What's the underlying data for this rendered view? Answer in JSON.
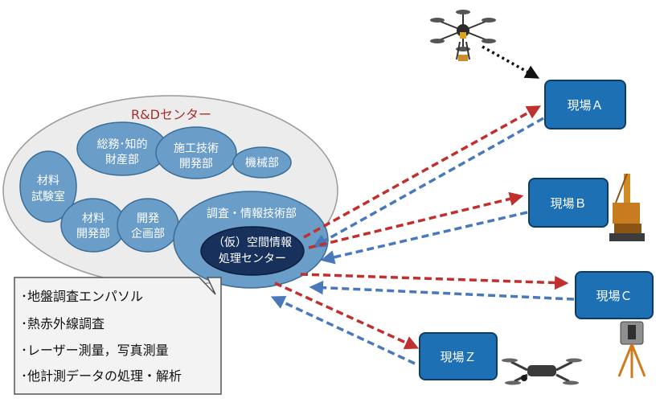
{
  "rd_center": {
    "title": "R&Dセンター"
  },
  "departments": {
    "soumu": [
      "総務･知的",
      "財産部"
    ],
    "sekou": [
      "施工技術",
      "開発部"
    ],
    "kikai": [
      "機械部"
    ],
    "zairyo_shiken": [
      "材料",
      "試験室"
    ],
    "zairyo_kaihatsu": [
      "材料",
      "開発部"
    ],
    "kaihatsu_kikaku": [
      "開発",
      "企画部"
    ],
    "chousa": [
      "調査・情報技術部"
    ],
    "kukan": [
      "（仮）空間情報",
      "処理センター"
    ]
  },
  "callout": {
    "items": [
      "･地盤調査エンパソル",
      "･熱赤外線調査",
      "･レーザー測量，写真測量",
      "･他計測データの処理・解析"
    ]
  },
  "sites": {
    "a": "現場Ａ",
    "b": "現場Ｂ",
    "c": "現場Ｃ",
    "z": "現場Ｚ"
  },
  "icons": [
    "drone-hexacopter-icon",
    "drilling-rig-icon",
    "laser-scanner-icon",
    "drone-quadcopter-icon"
  ],
  "colors": {
    "oval_fill": "#6b9dc9",
    "oval_stroke": "#3a6d98",
    "navy_fill": "#17305c",
    "site_fill": "#1e70b5",
    "site_stroke": "#0d3d66",
    "arrow_red": "#c0302e",
    "arrow_blue": "#4a78bc",
    "rd_title": "#a8302c"
  }
}
